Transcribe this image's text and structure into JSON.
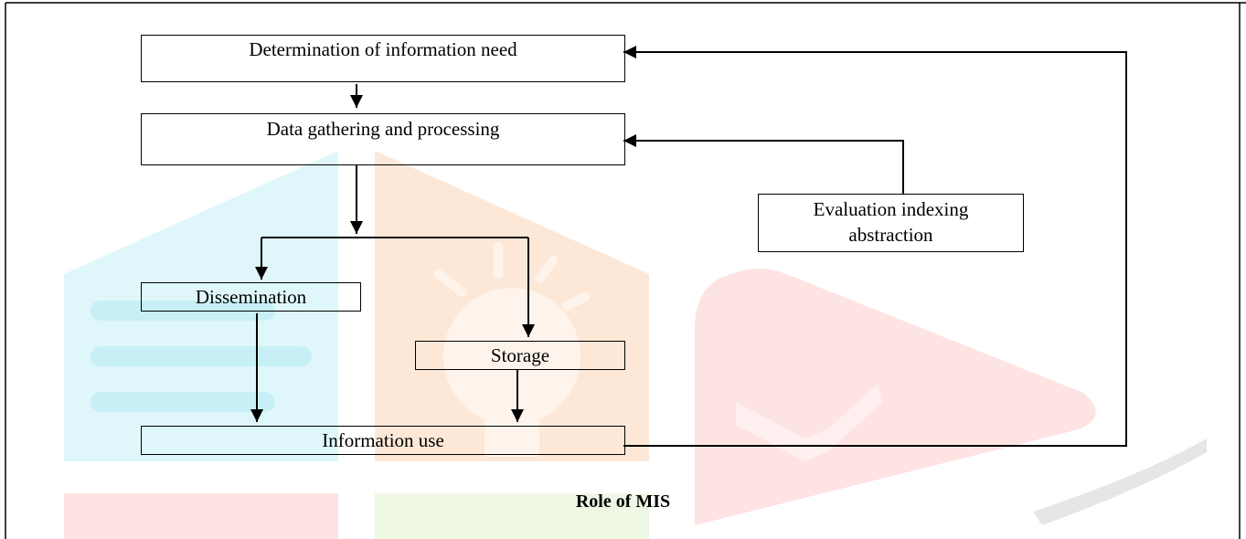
{
  "diagram": {
    "nodes": {
      "need": "Determination of information need",
      "gathering": "Data gathering and processing",
      "evaluation_line1": "Evaluation indexing",
      "evaluation_line2": "abstraction",
      "dissemination": "Dissemination",
      "storage": "Storage",
      "use": "Information use"
    },
    "caption": "Role of MIS"
  },
  "colors": {
    "watermark_cyan": "#dff7fb",
    "watermark_orange": "#fde8d8",
    "watermark_red": "#fde3e1",
    "watermark_green": "#eef7e4",
    "line": "#000000"
  }
}
